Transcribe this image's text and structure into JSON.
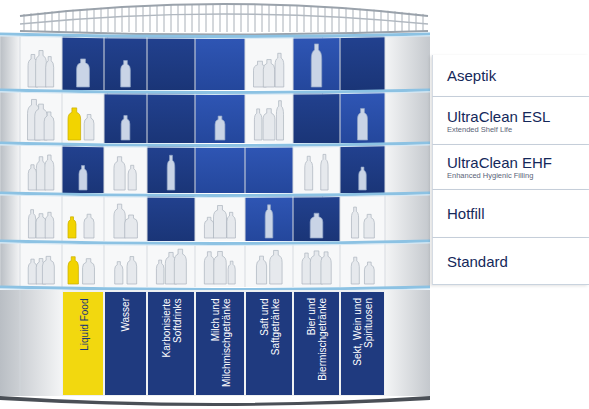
{
  "diagram": {
    "nodes": [
      {
        "text": [
          "Aseptik"
        ]
      },
      {
        "text": [
          "UltraClean ESL",
          "Extended Shelf Life"
        ]
      },
      {
        "text": [
          "UltraClean EHF",
          "Enhanced Hygienic Filling"
        ]
      },
      {
        "text": [
          "Hotfill"
        ]
      },
      {
        "text": [
          "Standard"
        ]
      },
      {
        "text": [
          "Liquid Food"
        ]
      },
      {
        "text": [
          "Wasser"
        ]
      },
      {
        "text": [
          "Karbonisierte Softdrinks"
        ]
      },
      {
        "text": [
          "Milch und Milchmischgetränke"
        ]
      },
      {
        "text": [
          "Saft und Saftgetränke"
        ]
      },
      {
        "text": [
          "Bier und Biermischgetränke"
        ]
      },
      {
        "text": [
          "Sekt, Wein und Spirituosen"
        ]
      }
    ]
  }
}
